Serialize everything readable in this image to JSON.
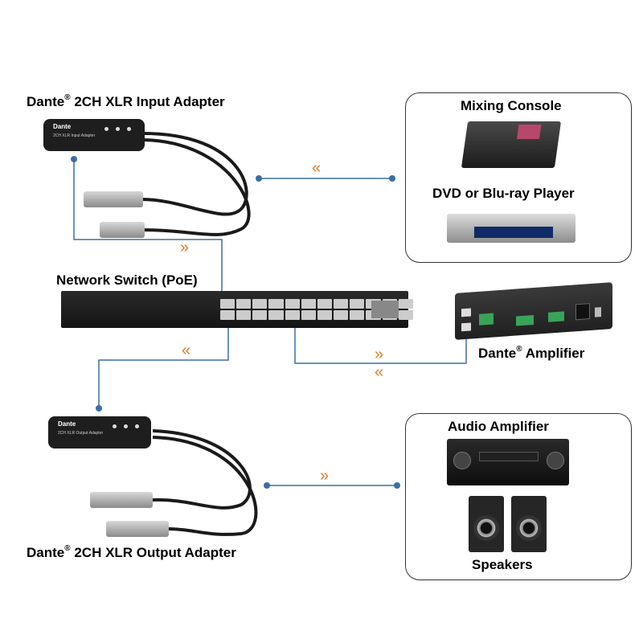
{
  "diagram": {
    "input_adapter": {
      "brand": "Dante",
      "trademark": "®",
      "label_suffix": "2CH XLR Input Adapter",
      "device_text": "2CH XLR Input Adapter"
    },
    "output_adapter": {
      "brand": "Dante",
      "trademark": "®",
      "label_suffix": "2CH XLR Output Adapter",
      "device_text": "2CH XLR Output Adapter"
    },
    "network_switch": {
      "label": "Network Switch (PoE)"
    },
    "dante_amplifier": {
      "brand": "Dante",
      "trademark": "®",
      "label_suffix": "Amplifier"
    },
    "sources_panel": {
      "mixing_console": "Mixing Console",
      "player": "DVD or Blu-ray Player"
    },
    "outputs_panel": {
      "audio_amplifier": "Audio Amplifier",
      "speakers": "Speakers"
    },
    "arrow_glyphs": {
      "left": "«",
      "right": "»"
    },
    "colors": {
      "wire": "#3a6ea5",
      "arrow": "#e07a2a",
      "panel_border": "#333333",
      "device": "#1e1e1e"
    }
  }
}
